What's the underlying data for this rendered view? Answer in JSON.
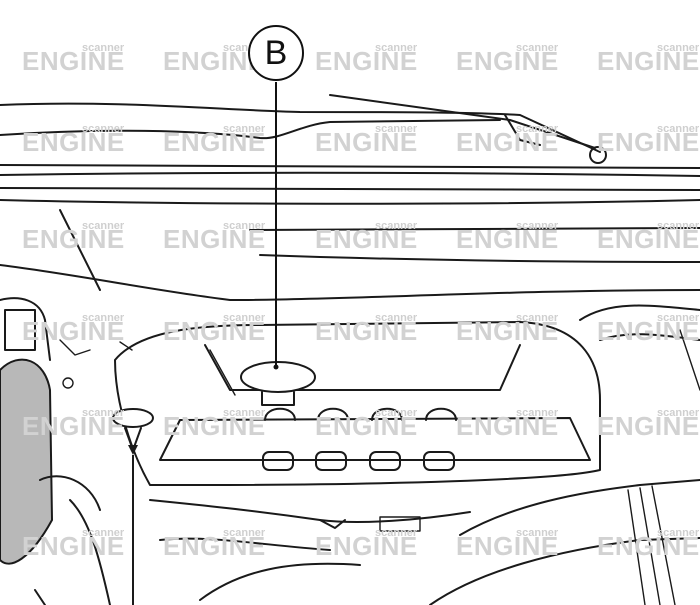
{
  "callouts": [
    {
      "label": "B",
      "target": "oil-filler-cap"
    }
  ],
  "watermark": {
    "word": "ENGINE",
    "small": "scanner"
  },
  "icons": [
    "wrench-pointer-icon"
  ]
}
